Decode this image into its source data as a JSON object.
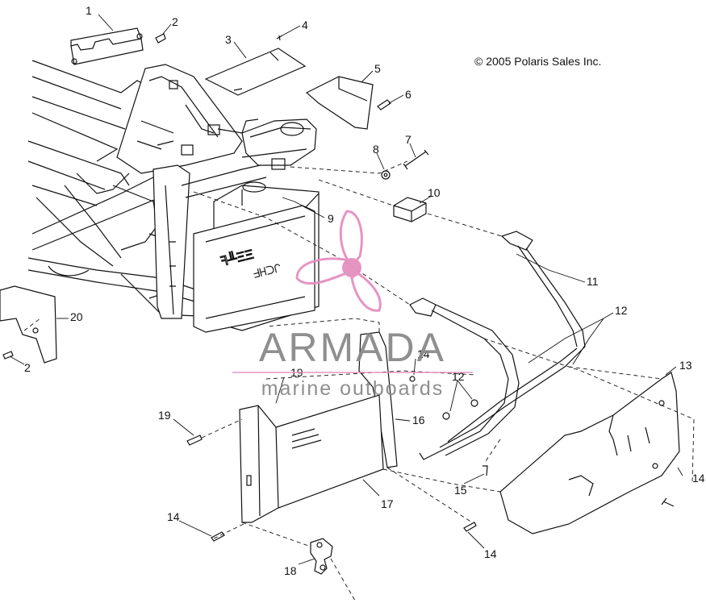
{
  "copyright": "© 2005 Polaris Sales Inc.",
  "callouts": {
    "c1": "1",
    "c2a": "2",
    "c2b": "2",
    "c3": "3",
    "c4": "4",
    "c5": "5",
    "c6": "6",
    "c7": "7",
    "c8": "8",
    "c9": "9",
    "c10": "10",
    "c11": "11",
    "c12a": "12",
    "c12b": "12",
    "c13": "13",
    "c14a": "14",
    "c14b": "14",
    "c14c": "14",
    "c14d": "14",
    "c15": "15",
    "c16": "16",
    "c17": "17",
    "c18": "18",
    "c19a": "19",
    "c19b": "19",
    "c20": "20"
  },
  "watermark": {
    "title": "ARMADA",
    "subtitle": "marine outboards",
    "accent_color": "#e58fbf",
    "text_color": "#8a8a8a"
  }
}
